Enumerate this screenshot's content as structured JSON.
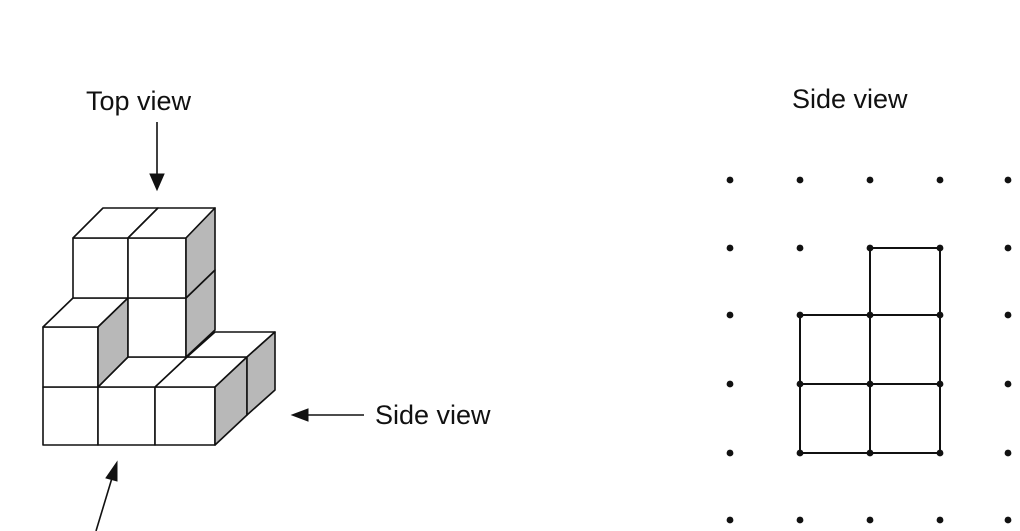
{
  "labels": {
    "top_view": "Top view",
    "side_view_pointer": "Side view",
    "side_view_title": "Side view"
  },
  "colors": {
    "ink": "#111111",
    "shade": "#b8b8b8",
    "background": "#ffffff"
  }
}
